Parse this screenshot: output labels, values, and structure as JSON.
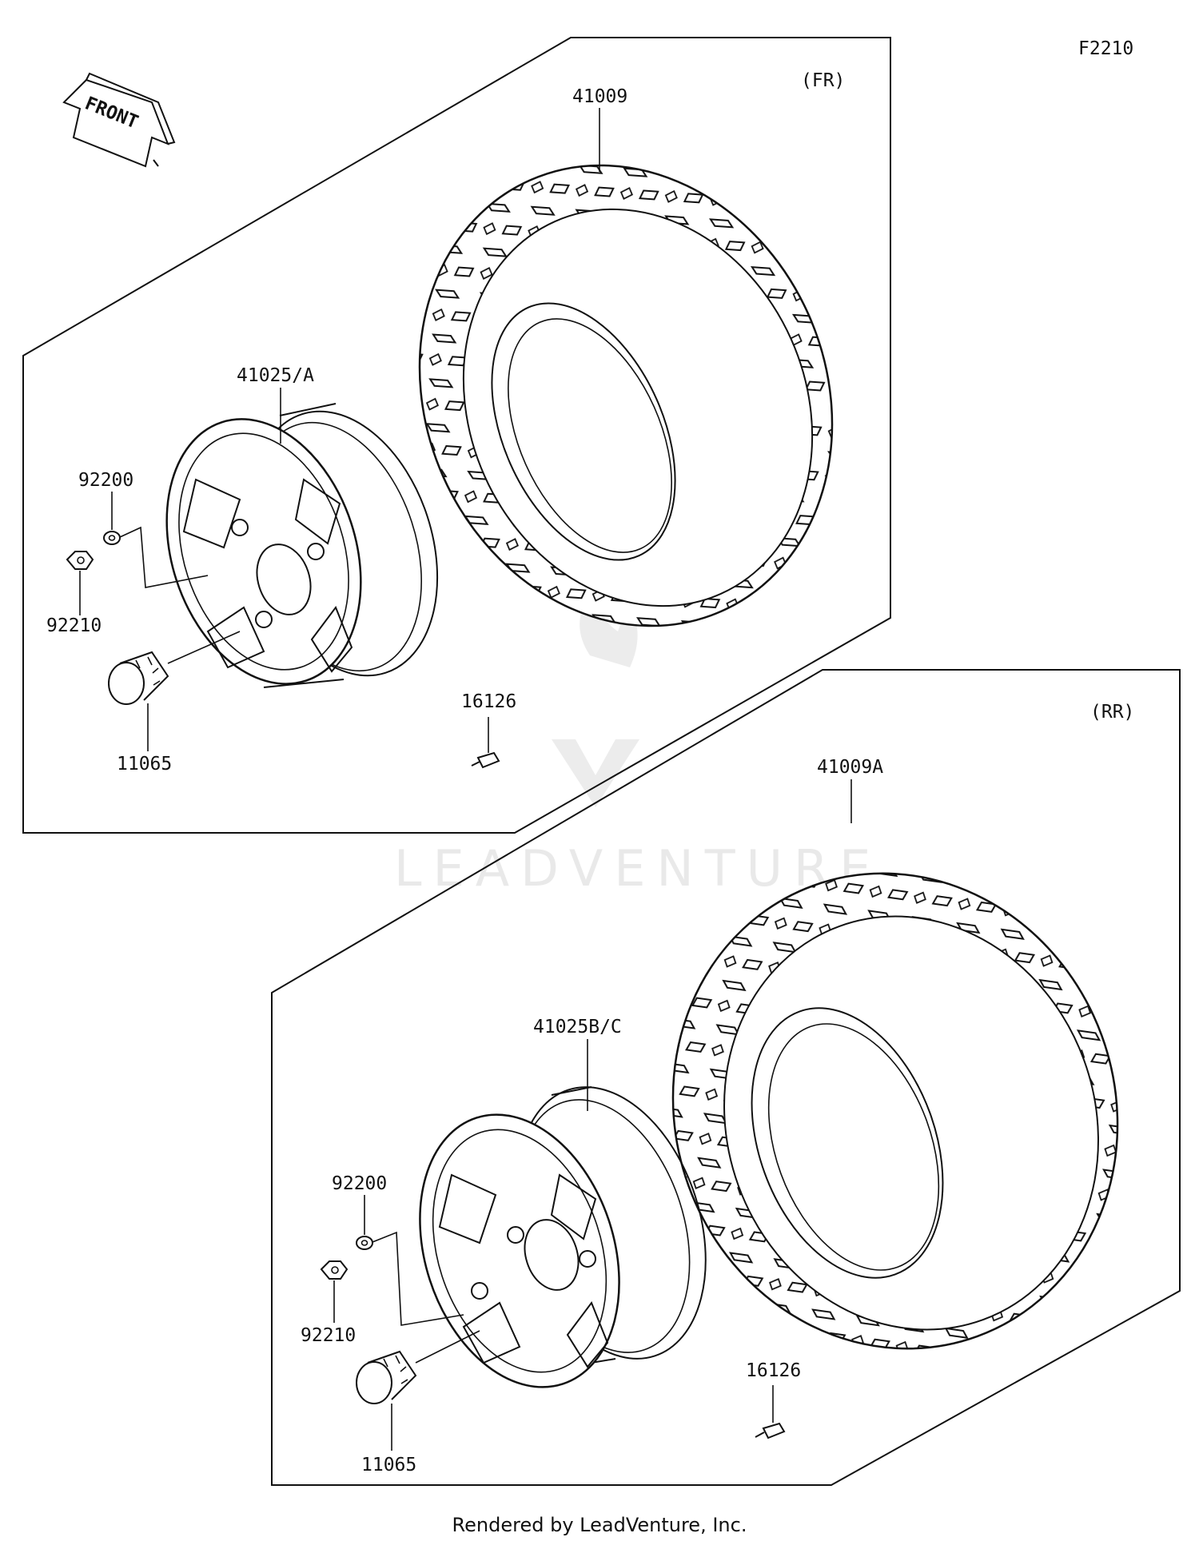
{
  "diagram_code": "F2210",
  "watermark": "LEADVENTURE",
  "front_arrow_label": "FRONT",
  "footer": "Rendered by LeadVenture, Inc.",
  "front_section": {
    "title": "(FR)",
    "parts": {
      "tire": "41009",
      "wheel": "41025/A",
      "washer": "92200",
      "nut": "92210",
      "cap": "11065",
      "valve": "16126"
    }
  },
  "rear_section": {
    "title": "(RR)",
    "parts": {
      "tire": "41009A",
      "wheel": "41025B/C",
      "washer": "92200",
      "nut": "92210",
      "cap": "11065",
      "valve": "16126"
    }
  }
}
